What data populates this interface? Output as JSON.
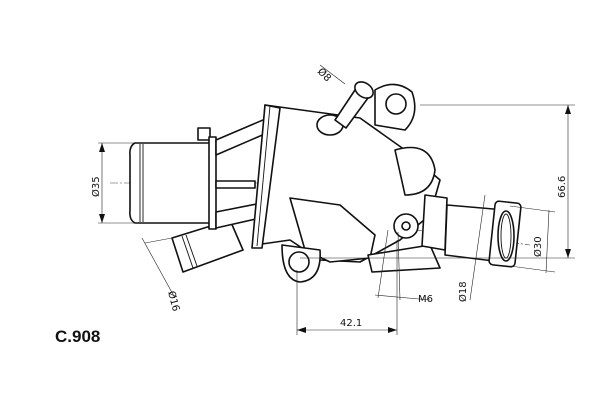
{
  "part_code": "C.908",
  "dimensions": {
    "inlet_diameter": "Ø35",
    "bleed_diameter": "Ø8",
    "bypass_diameter": "Ø16",
    "outlet_diameter": "Ø30",
    "outlet_inner_diameter": "Ø18",
    "thread": "M6",
    "horizontal_offset": "42.1",
    "height": "66.6"
  }
}
